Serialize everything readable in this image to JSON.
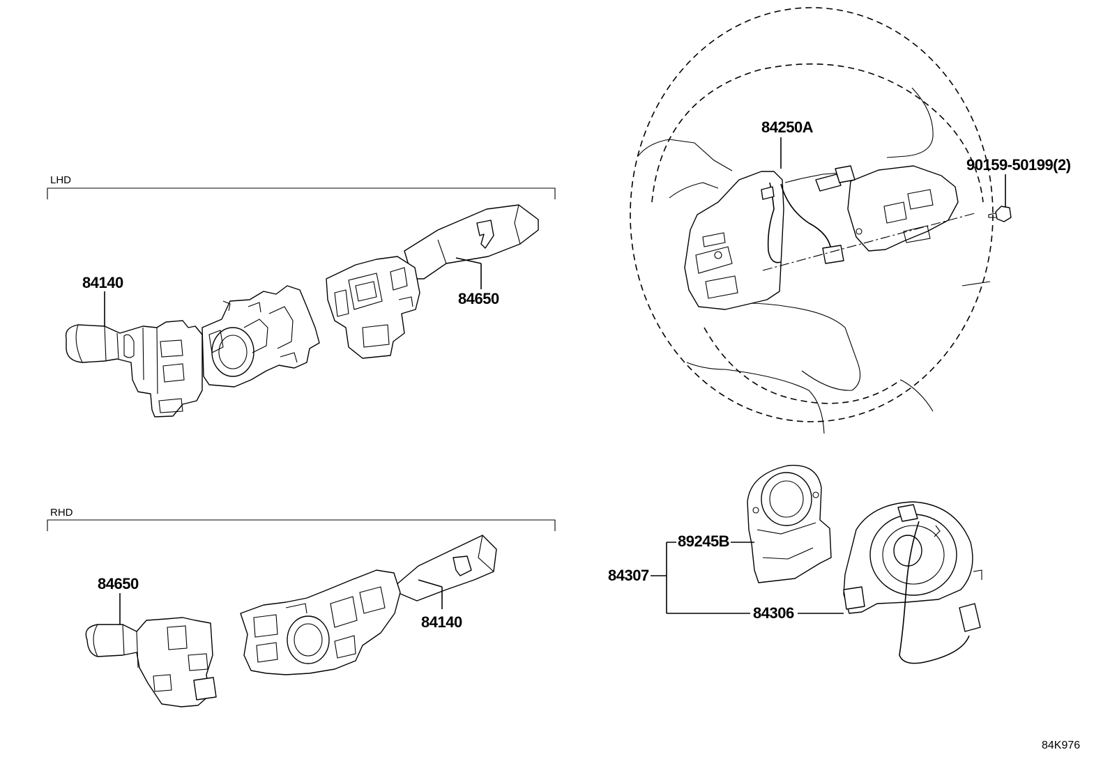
{
  "sections": {
    "lhd": "LHD",
    "rhd": "RHD"
  },
  "parts": {
    "lhd_turn_switch": "84140",
    "lhd_wiper_switch": "84650",
    "rhd_wiper_switch": "84650",
    "rhd_turn_switch": "84140",
    "steering_pad_switch": "84250A",
    "screw": "90159-50199(2)",
    "spiral_cable_assy": "84307",
    "steering_sensor": "89245B",
    "spiral_cable": "84306"
  },
  "diagram_ref": "84K976"
}
